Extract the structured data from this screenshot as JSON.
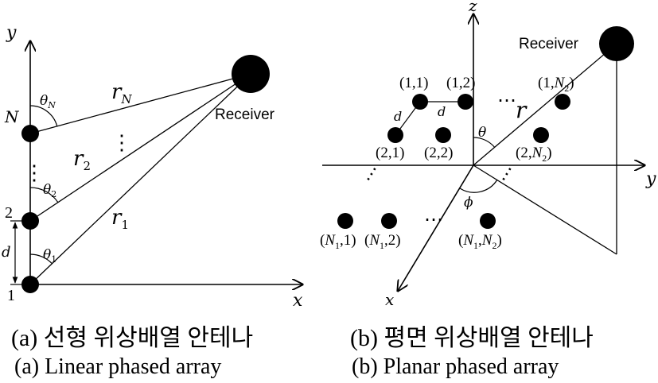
{
  "panel_a": {
    "axis_x": "x",
    "axis_y": "y",
    "element_labels": [
      "N",
      "2",
      "1"
    ],
    "dots_label": "⋮",
    "range_labels": {
      "rN": "r",
      "rN_sub": "N",
      "r2": "r",
      "r2_sub": "2",
      "r1": "r",
      "r1_sub": "1"
    },
    "angle_labels": {
      "thetaN": "θ",
      "thetaN_sub": "N",
      "theta2": "θ",
      "theta2_sub": "2",
      "theta1": "θ",
      "theta1_sub": "1"
    },
    "spacing_label": "d",
    "receiver_label": "Receiver",
    "caption_ko": "(a) 선형 위상배열 안테나",
    "caption_en": "(a) Linear phased array"
  },
  "panel_b": {
    "axis_x": "x",
    "axis_y": "y",
    "axis_z": "z",
    "receiver_label": "Receiver",
    "range_label": "r",
    "theta_label": "θ",
    "phi_label": "ϕ",
    "spacing_label": "d",
    "element_labels": {
      "e11": "(1,1)",
      "e12": "(1,2)",
      "e1N2_a": "(1,",
      "e1N2_b": "N",
      "e1N2_c": "2",
      "e1N2_d": ")",
      "e21": "(2,1)",
      "e22": "(2,2)",
      "e2N2_a": "(2,",
      "e2N2_b": "N",
      "e2N2_c": "2",
      "e2N2_d": ")",
      "eN11_a": "(",
      "eN11_b": "N",
      "eN11_c": "1",
      "eN11_d": ",1)",
      "eN12_a": "(",
      "eN12_b": "N",
      "eN12_c": "1",
      "eN12_d": ",2)",
      "eN1N2_a": "(",
      "eN1N2_b": "N",
      "eN1N2_c": "1",
      "eN1N2_d": ",",
      "eN1N2_e": "N",
      "eN1N2_f": "2",
      "eN1N2_g": ")"
    },
    "dots_label": "⋯",
    "caption_ko": "(b) 평면 위상배열 안테나",
    "caption_en": "(b) Planar phased array"
  }
}
